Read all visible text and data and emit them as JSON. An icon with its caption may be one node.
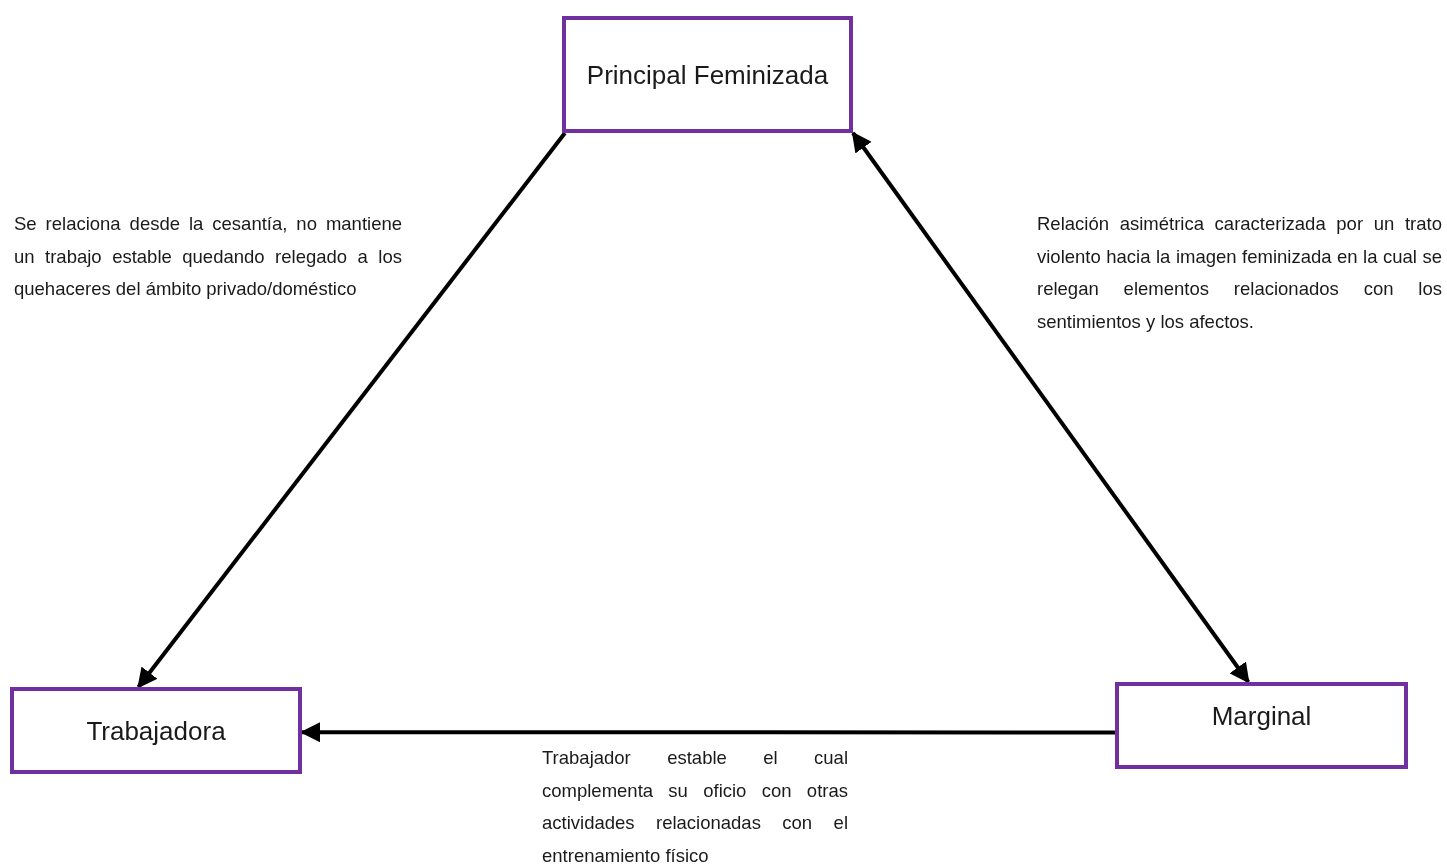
{
  "diagram": {
    "nodes": [
      {
        "text": [
          "Principal Feminizada"
        ]
      },
      {
        "text": [
          "Trabajadora"
        ]
      },
      {
        "text": [
          "Marginal"
        ]
      }
    ],
    "edges": [
      {
        "from": 0,
        "to": 1,
        "arrow": "to",
        "label": "Se relaciona desde la cesantía, no mantiene un trabajo estable quedando relegado a los quehaceres del ámbito privado/doméstico"
      },
      {
        "from": 0,
        "to": 2,
        "arrow": "both",
        "label": "Relación asimétrica caracterizada por un trato violento hacia la imagen feminizada en la cual se relegan elementos relacionados con los sentimientos y los afectos."
      },
      {
        "from": 2,
        "to": 1,
        "arrow": "to",
        "label": "Trabajador estable el cual complementa su oficio con otras actividades relacionadas con el entrenamiento físico"
      }
    ]
  }
}
